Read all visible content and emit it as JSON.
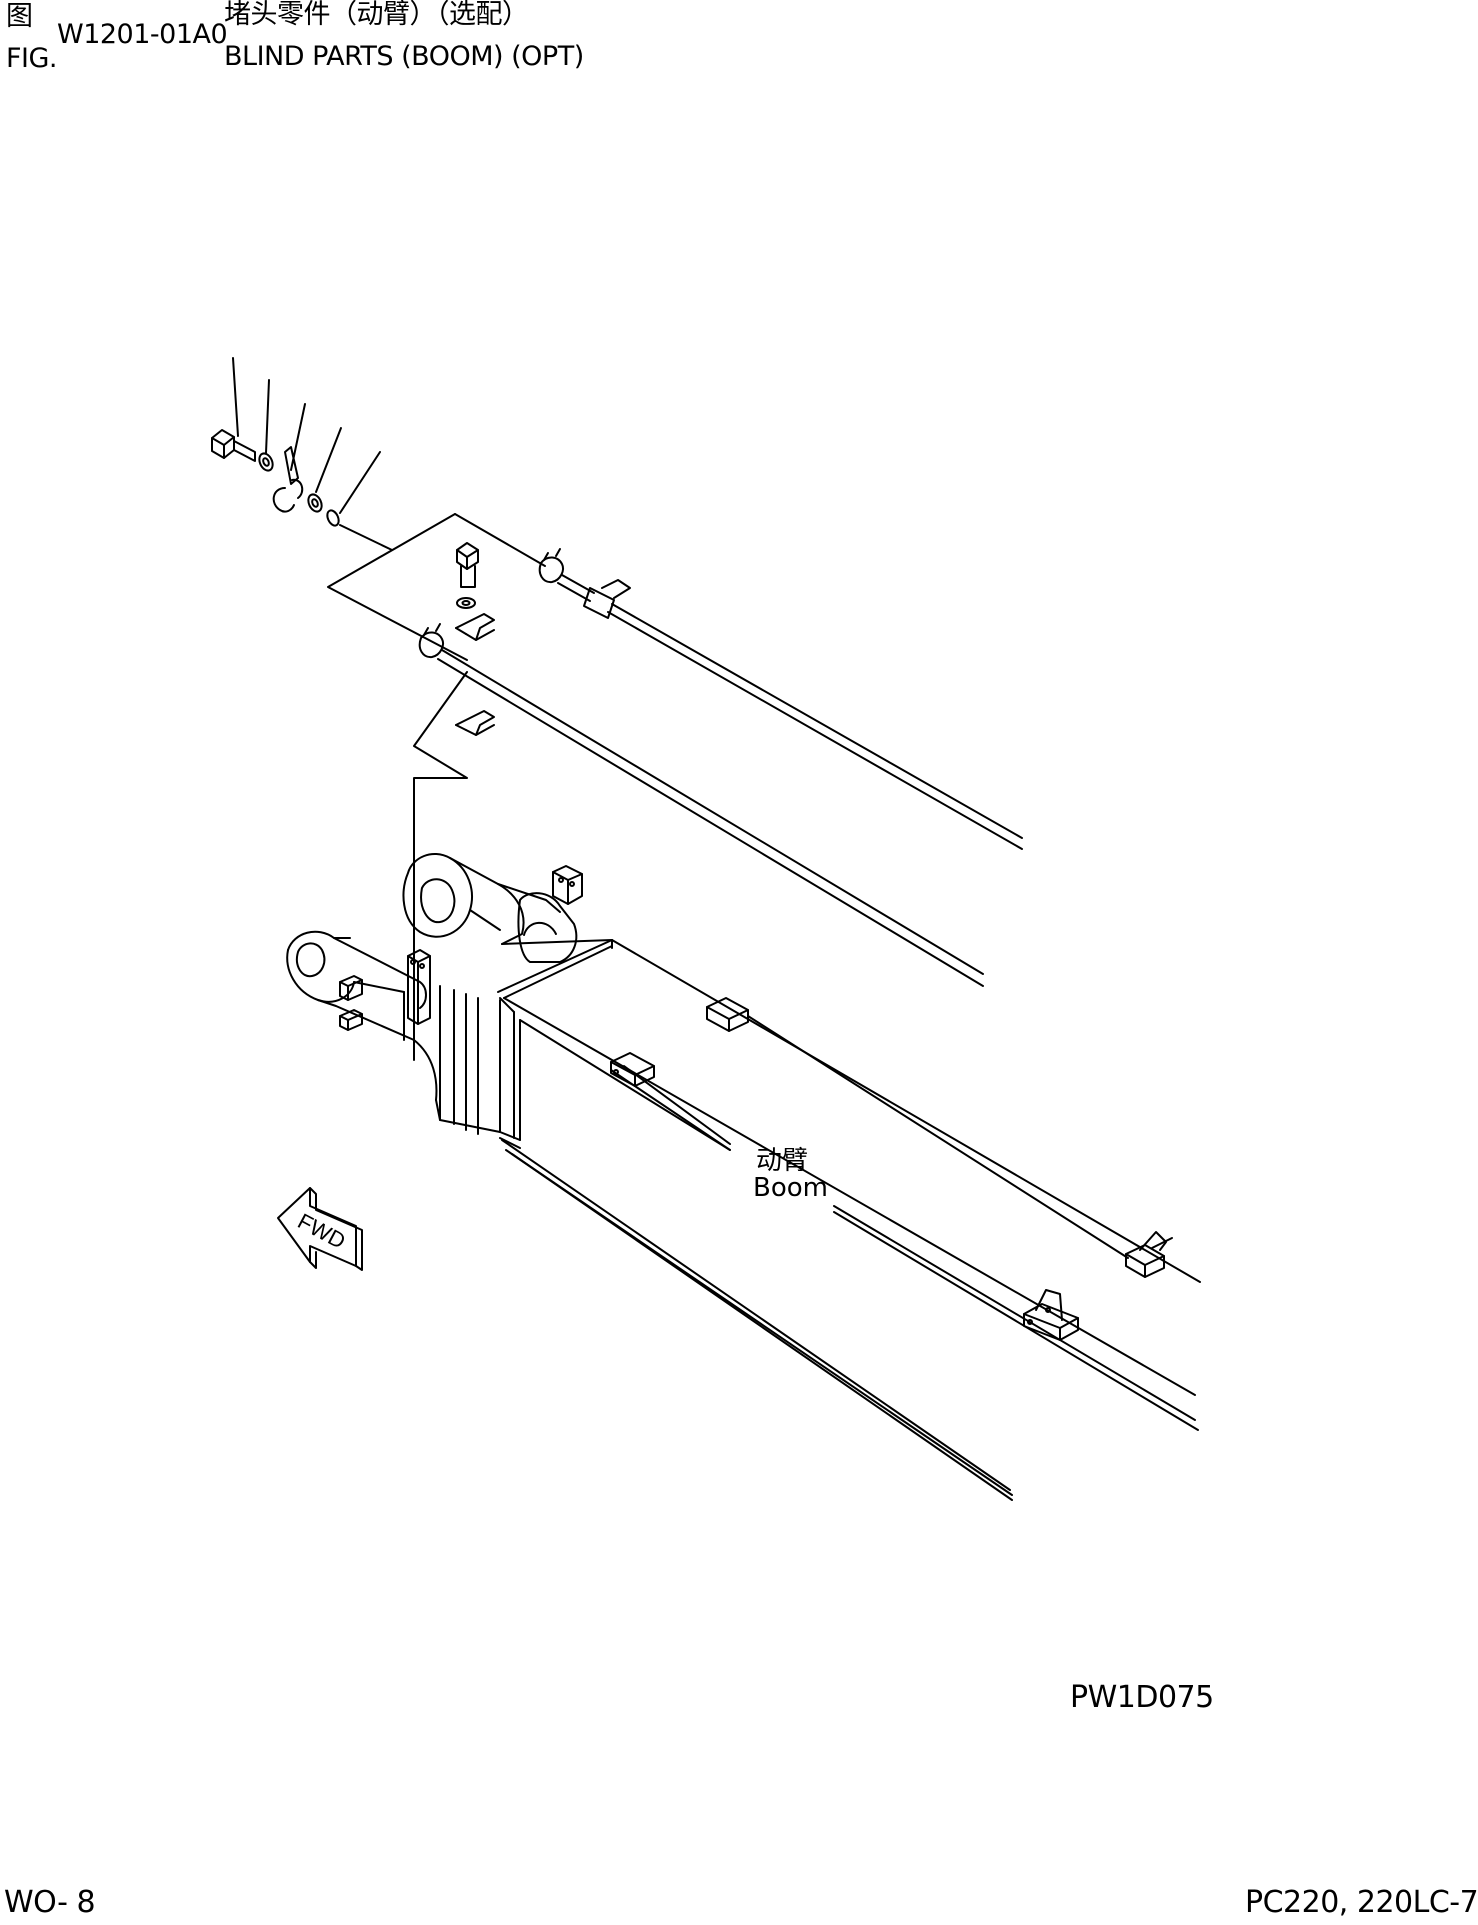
{
  "header": {
    "fig_label_cn": "图",
    "fig_label_en": "FIG.",
    "fig_number": "W1201-01A0",
    "title_cn": "堵头零件（动臂）（选配）",
    "title_en": "BLIND PARTS (BOOM) (OPT)"
  },
  "drawing": {
    "boom_label_cn": "动臂",
    "boom_label_en": "Boom",
    "fwd_label": "FWD",
    "drawing_code": "PW1D075"
  },
  "footer": {
    "page_number": "WO- 8",
    "model": "PC220, 220LC-7"
  }
}
